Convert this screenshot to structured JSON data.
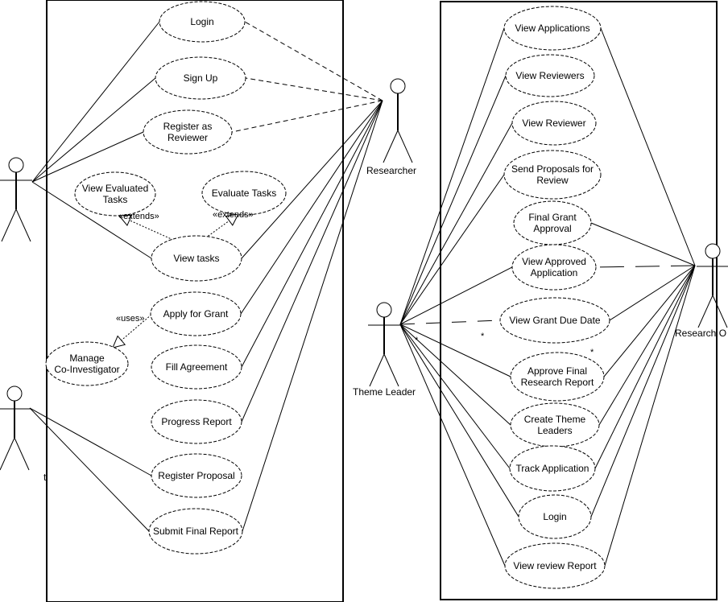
{
  "colors": {
    "stroke": "#000000",
    "background": "#ffffff"
  },
  "actors": {
    "left_top": {
      "label": ""
    },
    "researcher": {
      "label": "Researcher"
    },
    "left_bottom": {
      "label": "t"
    },
    "theme_leader": {
      "label": "Theme Leader"
    },
    "research_o": {
      "label": "Research O"
    }
  },
  "left_use_cases": [
    {
      "lines": [
        "Login"
      ]
    },
    {
      "lines": [
        "Sign Up"
      ]
    },
    {
      "lines": [
        "Register as",
        "Reviewer"
      ]
    },
    {
      "lines": [
        "View Evaluated",
        "Tasks"
      ]
    },
    {
      "lines": [
        "Evaluate Tasks"
      ]
    },
    {
      "lines": [
        "View tasks"
      ]
    },
    {
      "lines": [
        "Apply for Grant"
      ]
    },
    {
      "lines": [
        "Manage",
        "Co-Investigator"
      ]
    },
    {
      "lines": [
        "Fill Agreement"
      ]
    },
    {
      "lines": [
        "Progress Report"
      ]
    },
    {
      "lines": [
        "Register Proposal"
      ]
    },
    {
      "lines": [
        "Submit Final Report"
      ]
    }
  ],
  "right_use_cases": [
    {
      "lines": [
        "View Applications"
      ]
    },
    {
      "lines": [
        "View Reviewers"
      ]
    },
    {
      "lines": [
        "View Reviewer"
      ]
    },
    {
      "lines": [
        "Send Proposals for",
        "Review"
      ]
    },
    {
      "lines": [
        "Final Grant",
        "Approval"
      ]
    },
    {
      "lines": [
        "View Approved",
        "Application"
      ]
    },
    {
      "lines": [
        "View Grant Due Date"
      ]
    },
    {
      "lines": [
        "Approve Final",
        "Research Report"
      ]
    },
    {
      "lines": [
        "Create Theme",
        "Leaders"
      ]
    },
    {
      "lines": [
        "Track Application"
      ]
    },
    {
      "lines": [
        "Login"
      ]
    },
    {
      "lines": [
        "View review Report"
      ]
    }
  ],
  "relations": {
    "extends_1": "«extends»",
    "extends_2": "«extends»",
    "uses": "«uses»",
    "multiplicity": "*"
  }
}
